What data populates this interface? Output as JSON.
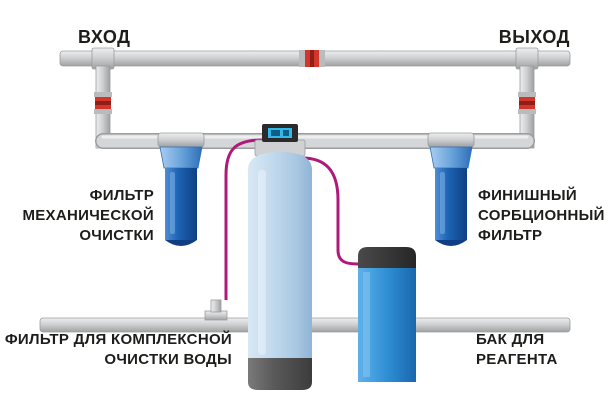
{
  "labels": {
    "inlet": "ВХОД",
    "outlet": "ВЫХОД",
    "mechanical_filter": [
      "ФИЛЬТР",
      "МЕХАНИЧЕСКОЙ",
      "ОЧИСТКИ"
    ],
    "finishing_filter": [
      "ФИНИШНЫЙ",
      "СОРБЦИОННЫЙ",
      "ФИЛЬТР"
    ],
    "complex_filter": [
      "ФИЛЬТР ДЛЯ КОМПЛЕКСНОЙ",
      "ОЧИСТКИ ВОДЫ"
    ],
    "reagent_tank": [
      "БАК ДЛЯ",
      "РЕАГЕНТА"
    ]
  },
  "colors": {
    "pipe": "#c9cbcd",
    "pipe_edge": "#9a9c9e",
    "valve": "#d3352b",
    "filter_blue": "#1b5fb0",
    "tank_body": "#bcd6ea",
    "tank_base": "#5b5b5b",
    "reagent_tank": "#2a8bd0",
    "hose": "#b0187a",
    "text": "#1d1d1b"
  }
}
